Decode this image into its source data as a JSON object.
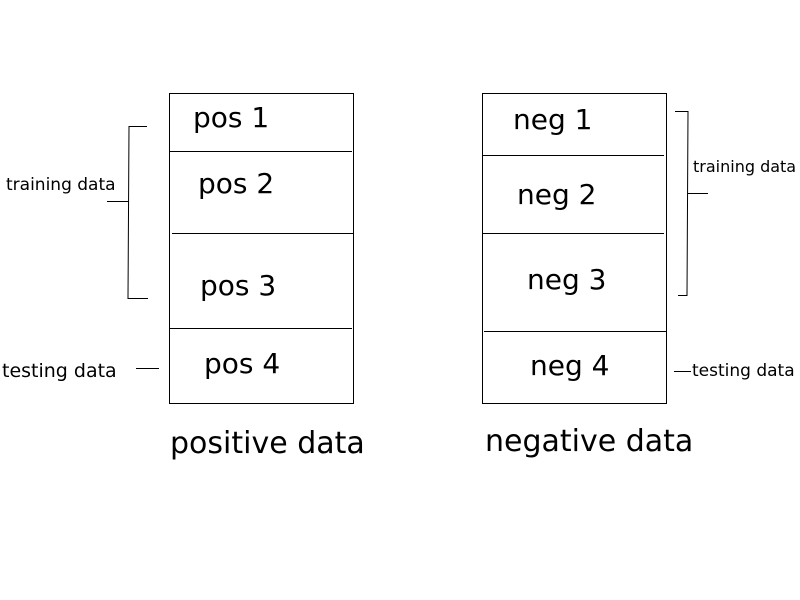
{
  "positive": {
    "caption": "positive data",
    "segments": [
      "pos 1",
      "pos 2",
      "pos 3",
      "pos 4"
    ],
    "training_label": "training data",
    "testing_label": "testing data"
  },
  "negative": {
    "caption": "negative data",
    "segments": [
      "neg 1",
      "neg 2",
      "neg 3",
      "neg 4"
    ],
    "training_label": "training  data",
    "testing_label": "testing data"
  },
  "colors": {
    "line": "#000000",
    "background": "#ffffff"
  }
}
